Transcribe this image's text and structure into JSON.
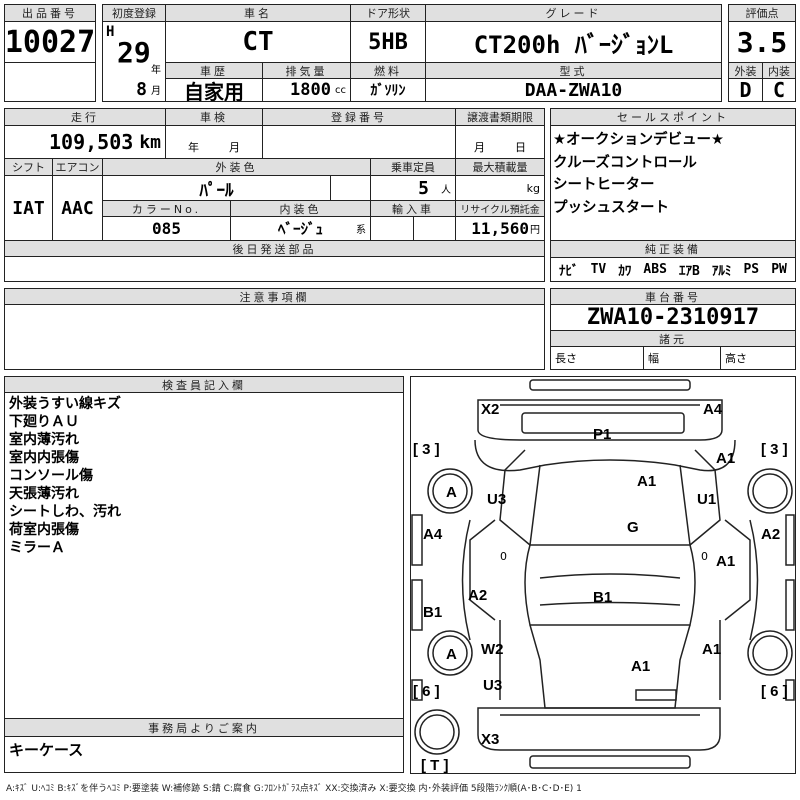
{
  "header": {
    "lot_label": "出品番号",
    "lot": "10027",
    "first_reg_label": "初度登録",
    "era": "H",
    "year": "29",
    "year_unit": "年",
    "month": "8",
    "month_unit": "月",
    "name_label": "車名",
    "name": "CT",
    "door_label": "ドア形状",
    "door": "5HB",
    "grade_label": "グレード",
    "grade": "CT200h ﾊﾞｰｼﾞｮﾝL",
    "history_label": "車歴",
    "history": "自家用",
    "displacement_label": "排気量",
    "displacement": "1800",
    "displacement_unit": "cc",
    "fuel_label": "燃料",
    "fuel": "ｶﾞｿﾘﾝ",
    "model_label": "型式",
    "model": "DAA-ZWA10",
    "score_label": "評価点",
    "score": "3.5",
    "ext_label": "外装",
    "ext": "D",
    "int_label": "内装",
    "int": "C"
  },
  "details": {
    "mileage_label": "走行",
    "mileage": "109,503",
    "mileage_unit": "km",
    "inspection_label": "車検",
    "inspection_year": "年",
    "inspection_month": "月",
    "reg_no_label": "登録番号",
    "transfer_label": "譲渡書類期限",
    "transfer_month": "月",
    "transfer_day": "日",
    "shift_label": "シフト",
    "shift": "IAT",
    "ac_label": "エアコン",
    "ac": "AAC",
    "ext_color_label": "外装色",
    "ext_color": "ﾊﾟｰﾙ",
    "capacity_label": "乗車定員",
    "capacity": "5",
    "capacity_unit": "人",
    "load_label": "最大積載量",
    "load_unit": "kg",
    "color_no_label": "カラーNo.",
    "color_no": "085",
    "int_color_label": "内装色",
    "int_color": "ﾍﾞｰｼﾞｭ",
    "int_color_unit": "系",
    "import_label": "輸入車",
    "recycle_label": "リサイクル預託金",
    "recycle": "11,560",
    "recycle_unit": "円",
    "later_parts_label": "後日発送部品"
  },
  "sales": {
    "label": "セールスポイント",
    "items": [
      "★オークションデビュー★",
      "クルーズコントロール",
      "シートヒーター",
      "プッシュスタート"
    ]
  },
  "equipment": {
    "label": "純正装備",
    "items": [
      "ﾅﾋﾞ",
      "TV",
      "ｶﾜ",
      "ABS",
      "ｴｱB",
      "ｱﾙﾐ",
      "PS",
      "PW"
    ]
  },
  "notes": {
    "label": "注意事項欄"
  },
  "chassis": {
    "label": "車台番号",
    "value": "ZWA10-2310917",
    "spec_label": "諸元",
    "length": "長さ",
    "width": "幅",
    "height": "高さ"
  },
  "inspector": {
    "label": "検査員記入欄",
    "items": [
      "外装うすい線キズ",
      "下廻りＡＵ",
      "室内薄汚れ",
      "室内内張傷",
      "コンソール傷",
      "天張薄汚れ",
      "シートしわ、汚れ",
      "荷室内張傷",
      "ミラーＡ"
    ]
  },
  "office": {
    "label": "事務局よりご案内",
    "text": "キーケース"
  },
  "diagram": {
    "marks": [
      "X2",
      "A4",
      "P1",
      "[ 3 ]",
      "[ 3 ]",
      "A1",
      "A",
      "U3",
      "A1",
      "U1",
      "G",
      "A4",
      "A2",
      "A1",
      "A2",
      "B1",
      "B1",
      "A",
      "W2",
      "A1",
      "A1",
      "U3",
      "[ 6 ]",
      "[ 6 ]",
      "X3",
      "[ T ]",
      "0",
      "0"
    ]
  },
  "legend": "A:ｷｽﾞ U:ﾍｺﾐ B:ｷｽﾞを伴うﾍｺﾐ P:要塗装 W:補修跡 S:錆 C:腐食 G:ﾌﾛﾝﾄｶﾞﾗｽ点ｷｽﾞ XX:交換済み X:要交換 内･外装評価 5段階ﾗﾝｸ順(A･B･C･D･E) 1"
}
